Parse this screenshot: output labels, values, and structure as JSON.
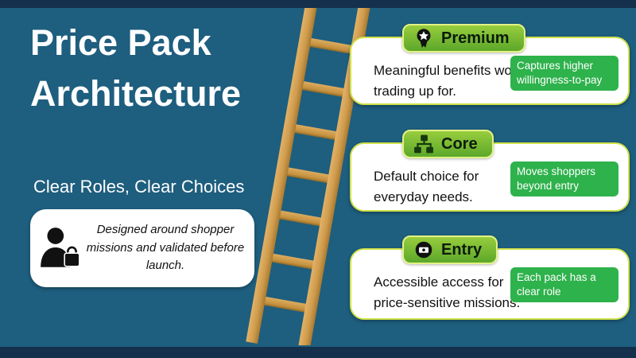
{
  "header": {
    "title_line1": "Price Pack",
    "title_line2": "Architecture",
    "subtitle": "Clear Roles, Clear Choices"
  },
  "note_card": {
    "icon": "shopper-icon",
    "text": "Designed around shopper missions and validated before launch."
  },
  "tiers": [
    {
      "label": "Premium",
      "icon": "award-icon",
      "description": "Meaningful benefits worth trading up for.",
      "tag": "Captures higher willingness-to-pay"
    },
    {
      "label": "Core",
      "icon": "modules-icon",
      "description": "Default choice for everyday needs.",
      "tag": "Moves shoppers beyond entry"
    },
    {
      "label": "Entry",
      "icon": "coin-icon",
      "description": "Accessible access for price-sensitive missions.",
      "tag": "Each pack has a clear role"
    }
  ],
  "colors": {
    "background": "#1e5e7e",
    "edge_bars": "#14304d",
    "pill_green": "#6ab32d",
    "tag_green": "#2eb24c",
    "card_border": "#cfe24a",
    "ladder_wood": "#cf9c4e"
  }
}
